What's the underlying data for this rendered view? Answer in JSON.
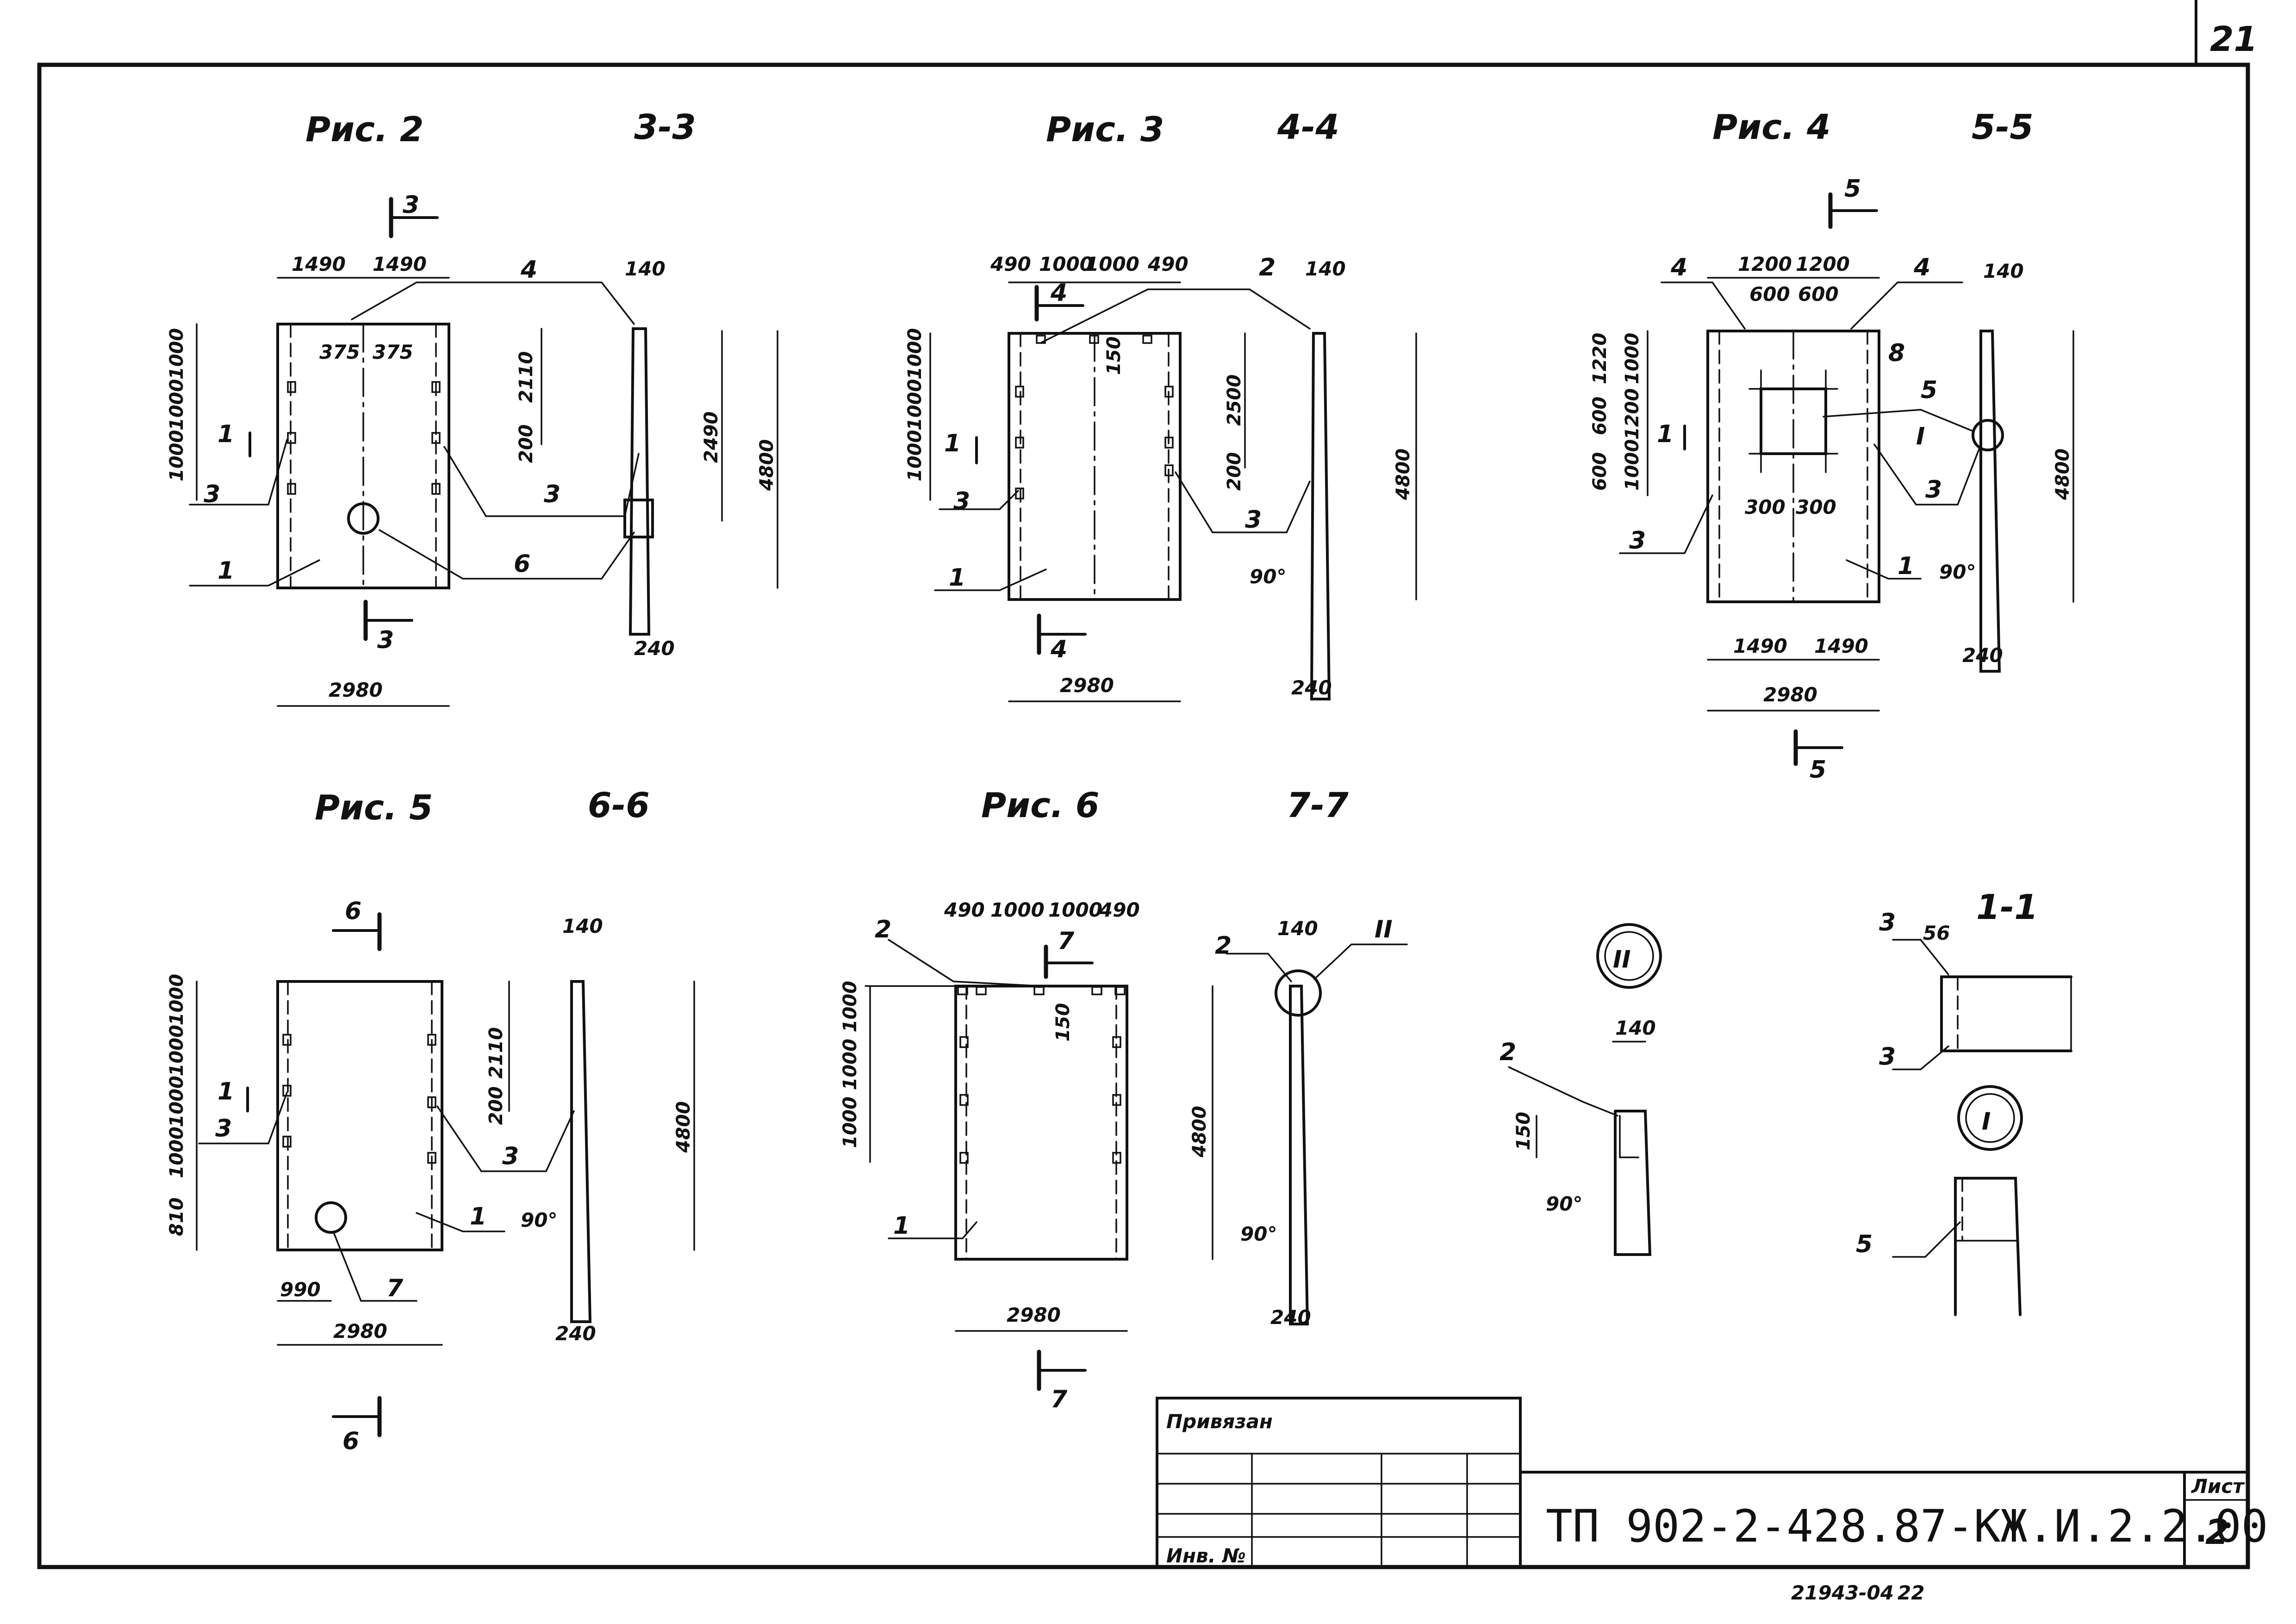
{
  "sheet_number": "21",
  "figures": [
    {
      "title": "Рис. 2",
      "section": "3-3",
      "cut_marker": "3",
      "top_dims": [
        "1490",
        "1490"
      ],
      "inner_dims": [
        "375",
        "375"
      ],
      "left_dims": [
        "1000",
        "1000",
        "1000",
        "1000"
      ],
      "right_dims": [
        "2110",
        "200",
        "2490",
        "4800"
      ],
      "bottom_dim": "2980",
      "profile_top": "140",
      "profile_bottom": "240",
      "section_mark": "1",
      "callouts": [
        "4",
        "3",
        "1",
        "6",
        "3"
      ]
    },
    {
      "title": "Рис. 3",
      "section": "4-4",
      "cut_marker": "4",
      "top_dims": [
        "490",
        "1000",
        "1000",
        "490"
      ],
      "left_dims": [
        "1000",
        "1000",
        "1000"
      ],
      "right_dims": [
        "150",
        "2500",
        "200",
        "4800"
      ],
      "bottom_dim": "2980",
      "profile_top": "140",
      "profile_bottom": "240",
      "angle": "90°",
      "section_mark": "1",
      "callouts": [
        "2",
        "3",
        "1",
        "3"
      ]
    },
    {
      "title": "Рис. 4",
      "section": "5-5",
      "cut_marker": "5",
      "top_dims": [
        "1200",
        "1200"
      ],
      "inner_dims": [
        "600",
        "600",
        "300",
        "300"
      ],
      "left_dims": [
        "1000",
        "1200",
        "1000",
        "1220",
        "600",
        "600"
      ],
      "right_dims": [
        "4800"
      ],
      "bottom_dims": [
        "1490",
        "1490"
      ],
      "bottom_dim": "2980",
      "profile_top": "140",
      "profile_bottom": "240",
      "angle": "90°",
      "section_mark": "1",
      "detail_mark": "I",
      "callouts": [
        "4",
        "4",
        "8",
        "5",
        "3",
        "3",
        "1"
      ]
    },
    {
      "title": "Рис. 5",
      "section": "6-6",
      "cut_marker": "6",
      "left_dims": [
        "1000",
        "1000",
        "1000",
        "1000",
        "810"
      ],
      "right_dims": [
        "2110",
        "200",
        "4800"
      ],
      "hole_dim": "990",
      "bottom_dim": "2980",
      "profile_top": "140",
      "profile_bottom": "240",
      "angle": "90°",
      "section_mark": "1",
      "callouts": [
        "3",
        "3",
        "1",
        "7"
      ]
    },
    {
      "title": "Рис. 6",
      "section": "7-7",
      "cut_marker": "7",
      "top_dims": [
        "490",
        "1000",
        "1000",
        "490"
      ],
      "left_dims": [
        "1000",
        "1000",
        "1000"
      ],
      "right_dims": [
        "150",
        "4800"
      ],
      "bottom_dim": "2980",
      "profile_top": "140",
      "profile_bottom": "240",
      "angle": "90°",
      "detail_mark": "II",
      "callouts": [
        "2",
        "2",
        "1"
      ]
    }
  ],
  "detail_II": {
    "mark": "II",
    "width": "140",
    "height": "150",
    "angle": "90°",
    "callout": "2"
  },
  "section_1_1": {
    "title": "1-1",
    "dim": "56",
    "callouts": [
      "3",
      "3"
    ]
  },
  "detail_I": {
    "mark": "I",
    "callout": "5"
  },
  "title_block": {
    "tied_label": "Привязан",
    "inv_label": "Инв. №",
    "code": "ТП 902-2-428.87-КЖ.И.2.2.00",
    "sheet_label": "Лист",
    "sheet_no": "2"
  },
  "footer": {
    "archive": "21943-04",
    "page": "22"
  }
}
